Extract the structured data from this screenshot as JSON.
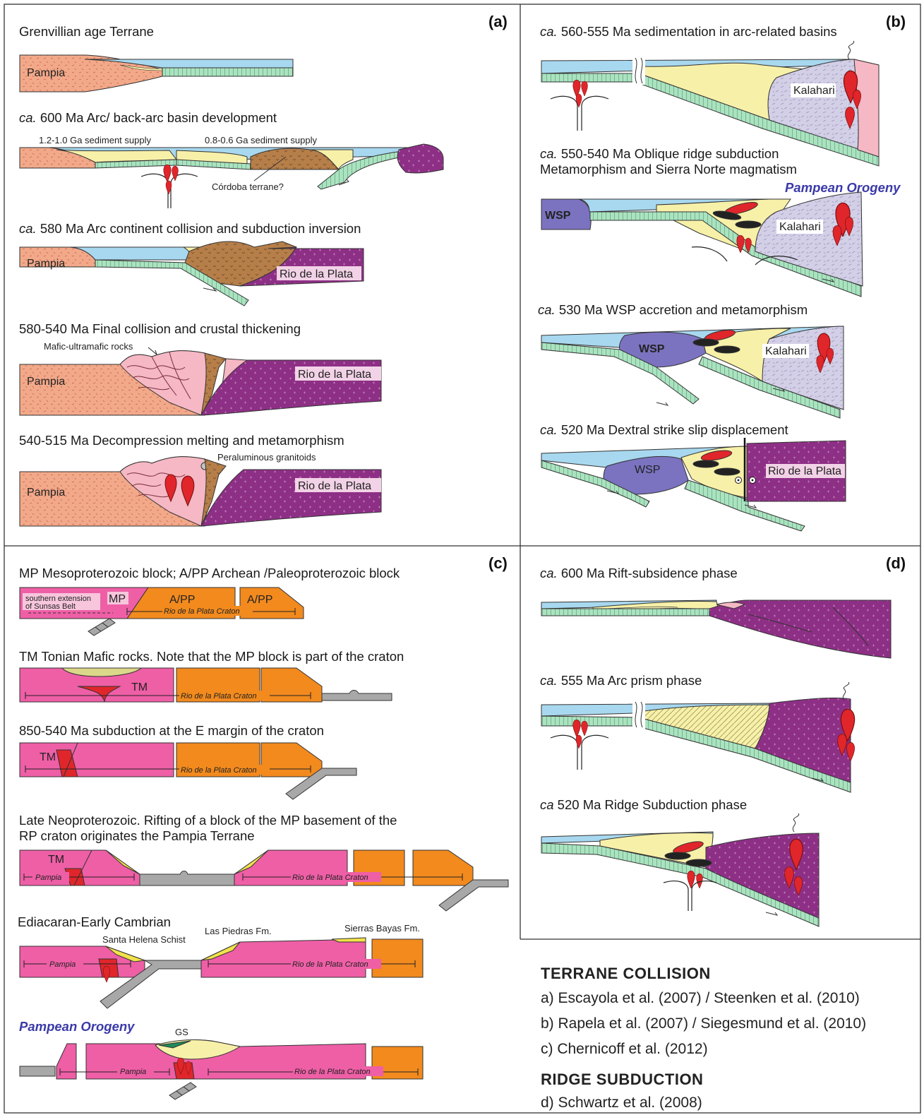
{
  "panels": {
    "a": {
      "letter": "(a)",
      "titles": [
        "Grenvillian age Terrane",
        "ca. 600 Ma Arc/ back-arc basin development",
        "ca. 580 Ma Arc continent collision and subduction inversion",
        "580-540 Ma Final collision and crustal thickening",
        "540-515 Ma Decompression melting and metamorphism"
      ],
      "labels": {
        "pampia": "Pampia",
        "rio_de_la_plata": "Rio de la Plata",
        "supply_1": "1.2-1.0 Ga sediment supply",
        "supply_2": "0.8-0.6 Ga sediment supply",
        "cordoba": "Córdoba terrane?",
        "mafic": "Mafic-ultramafic rocks",
        "peraluminous": "Peraluminous granitoids"
      }
    },
    "b": {
      "letter": "(b)",
      "titles": [
        "ca. 560-555 Ma sedimentation in arc-related basins",
        "ca. 550-540 Ma Oblique ridge subduction",
        "Metamorphism and Sierra Norte magmatism",
        "ca. 530 Ma WSP accretion and metamorphism",
        "ca. 520 Ma Dextral strike slip displacement"
      ],
      "orogeny": "Pampean Orogeny",
      "labels": {
        "kalahari": "Kalahari",
        "wsp": "WSP",
        "rio_de_la_plata": "Rio de la Plata"
      }
    },
    "c": {
      "letter": "(c)",
      "titles": [
        "MP Mesoproterozoic block; A/PP Archean /Paleoproterozoic block",
        "TM Tonian Mafic rocks. Note that the MP block is part of the craton",
        "850-540 Ma subduction at the E margin of the craton",
        "Late Neoproterozoic. Rifting of a block of the MP basement of the",
        "RP craton originates the Pampia Terrane",
        "Ediacaran-Early Cambrian"
      ],
      "orogeny": "Pampean Orogeny",
      "labels": {
        "sunsas_1": "southern extension",
        "sunsas_2": "of Sunsas Belt",
        "mp": "MP",
        "app": "A/PP",
        "craton": "Rio de la Plata Craton",
        "tm": "TM",
        "pampia": "Pampia",
        "santa_helena": "Santa Helena Schist",
        "las_piedras": "Las Piedras Fm.",
        "sierras_bayas": "Sierras Bayas Fm.",
        "gs": "GS"
      }
    },
    "d": {
      "letter": "(d)",
      "titles": [
        "ca. 600 Ma Rift-subsidence phase",
        "ca. 555 Ma Arc prism phase",
        "ca 520 Ma Ridge Subduction phase"
      ]
    }
  },
  "references": {
    "heading_1": "TERRANE COLLISION",
    "items_1": [
      "a) Escayola et al. (2007) / Steenken et al. (2010)",
      "b) Rapela et al. (2007) / Siegesmund et al. (2010)",
      "c) Chernicoff et al. (2012)"
    ],
    "heading_2": "RIDGE SUBDUCTION",
    "items_2": [
      "d) Schwartz et al. (2008)"
    ]
  },
  "colors": {
    "pampia": "#f2a98a",
    "sediment": "#f7f0a8",
    "ocean": "#a8d8ef",
    "oceanic_crust": "#a9e3c0",
    "rio_de_la_plata": "#8e2f86",
    "kalahari": "#d3cfe6",
    "wsp": "#7b73c0",
    "cordoba": "#b67f4a",
    "metamorphic": "#f5b8c4",
    "magma": "#e0262b",
    "mp_block": "#ee5fa6",
    "app_block": "#f28a1e",
    "slab_gray": "#a8a8a8",
    "orogeny_text": "#3a3aa8"
  }
}
